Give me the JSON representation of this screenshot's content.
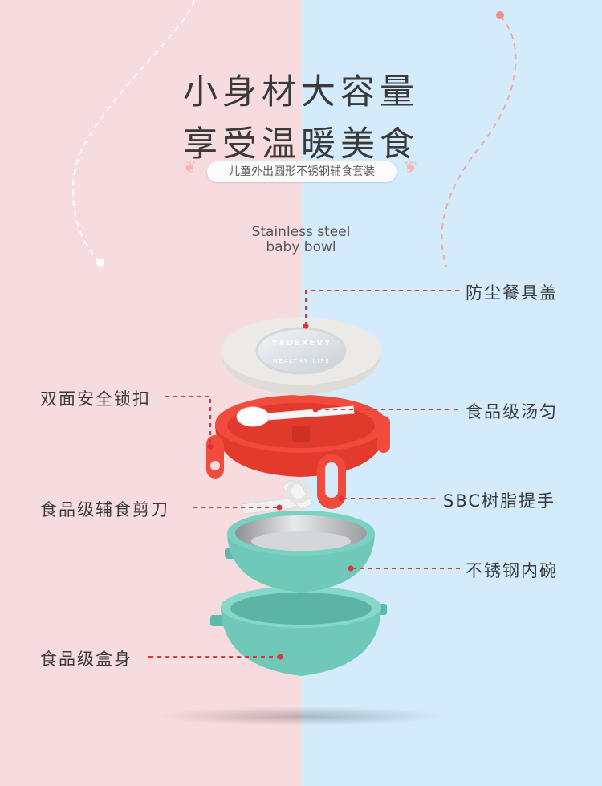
{
  "headline": {
    "line1": "小身材大容量",
    "line2": "享受温暖美食"
  },
  "subtitle": "儿童外出圆形不锈钢辅食套装",
  "product_name_en": {
    "line1": "Stainless steel",
    "line2": "baby bowl"
  },
  "lid_print": {
    "top": "YEDEXEVY",
    "bottom": "HEALTHY LIFE"
  },
  "callouts": {
    "lid": "防尘餐具盖",
    "lock": "双面安全锁扣",
    "spoon": "食品级汤匀",
    "scissors": "食品级辅食剪刀",
    "handle": "SBC树脂提手",
    "inner_bowl": "不锈钢内碗",
    "box_body": "食品级盒身"
  },
  "colors": {
    "background_left": "#f7dcdf",
    "background_right": "#d4ebfb",
    "leader_line": "#d9363e",
    "lid": "#ecebe8",
    "ring": "#f04b3c",
    "bowl": "#6fc8b8",
    "text": "#3a3a3a"
  },
  "icons": [
    "angel-wing-icon"
  ]
}
